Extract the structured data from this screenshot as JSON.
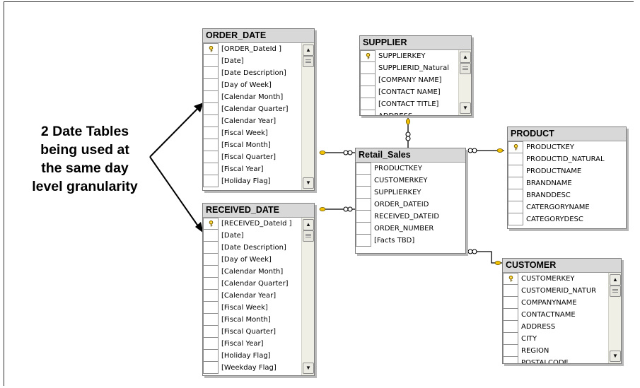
{
  "annotation": [
    "2 Date Tables",
    "being used at",
    "the same day",
    "level granularity"
  ],
  "tables": {
    "order_date": {
      "title": "ORDER_DATE",
      "columns": [
        "[ORDER_DateId ]",
        "[Date]",
        "[Date Description]",
        "[Day of Week]",
        "[Calendar Month]",
        "[Calendar Quarter]",
        "[Calendar Year]",
        "[Fiscal Week]",
        "[Fiscal Month]",
        "[Fiscal Quarter]",
        "[Fiscal Year]",
        "[Holiday Flag]"
      ]
    },
    "supplier": {
      "title": "SUPPLIER",
      "columns": [
        "SUPPLIERKEY",
        "SUPPLIERID_Natural",
        "[COMPANY NAME]",
        "[CONTACT NAME]",
        "[CONTACT TITLE]",
        "ADDRESS"
      ]
    },
    "product": {
      "title": "PRODUCT",
      "columns": [
        "PRODUCTKEY",
        "PRODUCTID_NATURAL",
        "PRODUCTNAME",
        "BRANDNAME",
        "BRANDDESC",
        "CATERGORYNAME",
        "CATEGORYDESC"
      ]
    },
    "retail_sales": {
      "title": "Retail_Sales",
      "columns": [
        "PRODUCTKEY",
        "CUSTOMERKEY",
        "SUPPLIERKEY",
        "ORDER_DATEID",
        "RECEIVED_DATEID",
        "ORDER_NUMBER",
        "[Facts TBD]"
      ]
    },
    "received_date": {
      "title": "RECEIVED_DATE",
      "columns": [
        "[RECEIVED_DateId ]",
        "[Date]",
        "[Date Description]",
        "[Day of Week]",
        "[Calendar Month]",
        "[Calendar Quarter]",
        "[Calendar Year]",
        "[Fiscal Week]",
        "[Fiscal Month]",
        "[Fiscal Quarter]",
        "[Fiscal Year]",
        "[Holiday Flag]",
        "[Weekday Flag]"
      ]
    },
    "customer": {
      "title": "CUSTOMER",
      "columns": [
        "CUSTOMERKEY",
        "CUSTOMERID_NATUR",
        "COMPANYNAME",
        "CONTACTNAME",
        "ADDRESS",
        "CITY",
        "REGION",
        "POSTALCODE"
      ]
    }
  },
  "colors": {
    "title_bar": "#d8d8d8",
    "key_icon": "#f2c200",
    "connector": "#000000"
  }
}
